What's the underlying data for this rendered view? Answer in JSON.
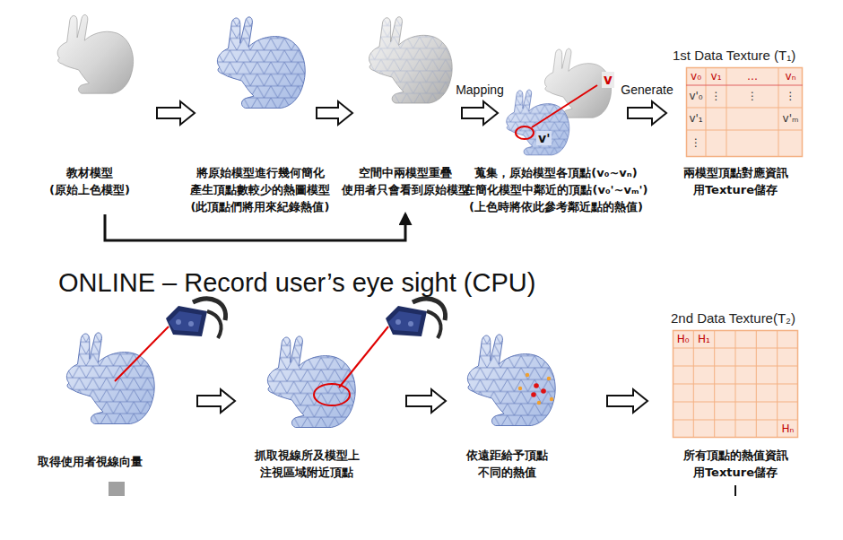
{
  "diagram": {
    "nodes": [
      {
        "text": [
          "教材模型 (原始上色模型)"
        ]
      },
      {
        "text": [
          "將原始模型進行幾何簡化 產生頂點數較少的熱圖模型 (此頂點們將用來紀錄熱值)"
        ]
      },
      {
        "text": [
          "空間中兩模型重疊 使用者只會看到原始模型"
        ]
      },
      {
        "text": [
          "蒐集，原始模型各頂點(v₀~vₙ) 在簡化模型中鄰近的頂點(v₀'~vₘ') (上色時將依此參考鄰近點的熱值)"
        ]
      },
      {
        "text": [
          "1st Data Texture (T₁)",
          "兩模型頂點對應資訊 用Texture儲存",
          "v₀",
          "v₁",
          "…",
          "vₙ",
          "v'₀",
          "⋮",
          "⋮",
          "⋮",
          "v'₁",
          "v'ₘ",
          "⋮"
        ]
      },
      {
        "text": [
          "取得使用者視線向量"
        ]
      },
      {
        "text": [
          "抓取視線所及模型上 注視區域附近頂點"
        ]
      },
      {
        "text": [
          "依遠距給予頂點 不同的熱值"
        ]
      },
      {
        "text": [
          "2nd Data Texture(T₂)",
          "所有頂點的熱值資訊 用Texture儲存",
          "H₀",
          "H₁",
          "Hₙ"
        ]
      }
    ],
    "edges": [
      {
        "from": 0,
        "to": 1,
        "arrow": "to"
      },
      {
        "from": 1,
        "to": 2,
        "arrow": "to"
      },
      {
        "from": 2,
        "to": 3,
        "label": "Mapping",
        "arrow": "to"
      },
      {
        "from": 3,
        "to": 4,
        "label": "Generate",
        "arrow": "to"
      },
      {
        "from": 0,
        "to": 2,
        "arrow": "to"
      },
      {
        "from": 5,
        "to": 6,
        "arrow": "to"
      },
      {
        "from": 6,
        "to": 7,
        "arrow": "to"
      },
      {
        "from": 7,
        "to": 8,
        "arrow": "to"
      }
    ],
    "labels": [
      "v",
      "v'",
      "ONLINE – Record user’s eye sight (CPU)"
    ]
  }
}
